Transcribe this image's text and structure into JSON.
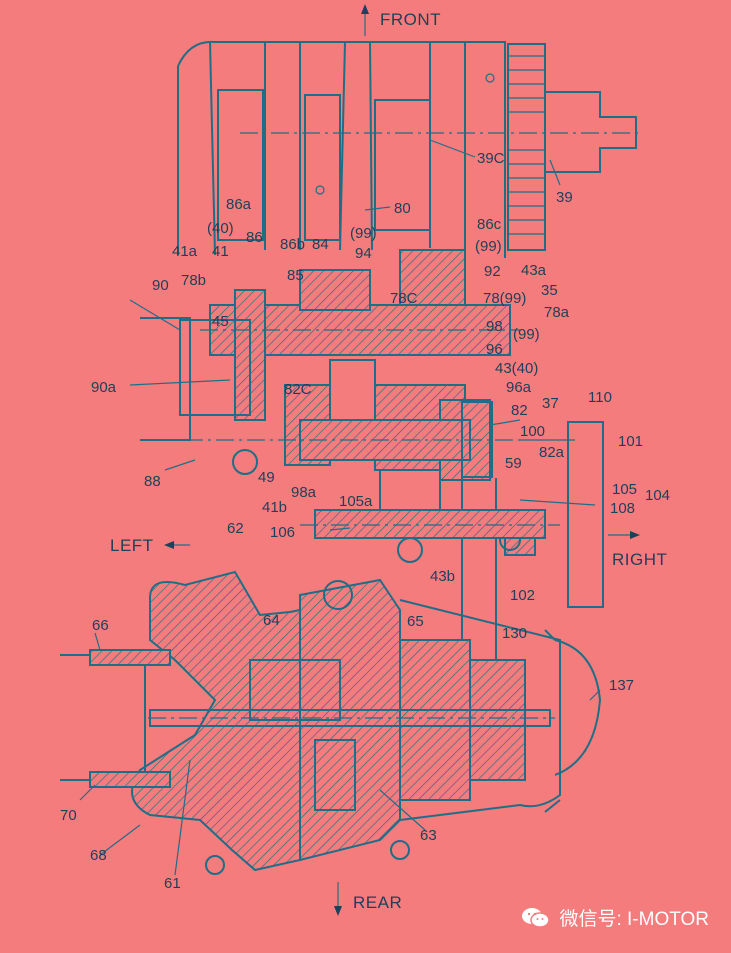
{
  "directions": {
    "front": "FRONT",
    "rear": "REAR",
    "left": "LEFT",
    "right": "RIGHT"
  },
  "labels": {
    "l39c": "39C",
    "l39": "39",
    "l80": "80",
    "l86a": "86a",
    "l40a": "(40)",
    "l86": "86",
    "l86b": "86b",
    "l84": "84",
    "l99a": "(99)",
    "l94": "94",
    "l86c": "86c",
    "l99b": "(99)",
    "l41a": "41a",
    "l41": "41",
    "l85": "85",
    "l92": "92",
    "l43a": "43a",
    "l90": "90",
    "l78b": "78b",
    "l78c": "78C",
    "l78_99": "78(99)",
    "l35": "35",
    "l78a": "78a",
    "l45": "45",
    "l98": "98",
    "l99c": "(99)",
    "l96": "96",
    "l43_40": "43(40)",
    "l90a": "90a",
    "l82c": "82C",
    "l96a": "96a",
    "l37": "37",
    "l110": "110",
    "l82": "82",
    "l100": "100",
    "l101": "101",
    "l82a": "82a",
    "l59": "59",
    "l88": "88",
    "l49": "49",
    "l98a": "98a",
    "l105_104": "105",
    "l104": "104",
    "l41b": "41b",
    "l105a": "105a",
    "l108": "108",
    "l106": "106",
    "l62": "62",
    "l43b": "43b",
    "l102": "102",
    "l66": "66",
    "l64": "64",
    "l65": "65",
    "l130": "130",
    "l137": "137",
    "l70": "70",
    "l63": "63",
    "l68": "68",
    "l61": "61"
  },
  "watermark": {
    "text": "微信号: I-MOTOR",
    "icon": "wechat-icon"
  }
}
